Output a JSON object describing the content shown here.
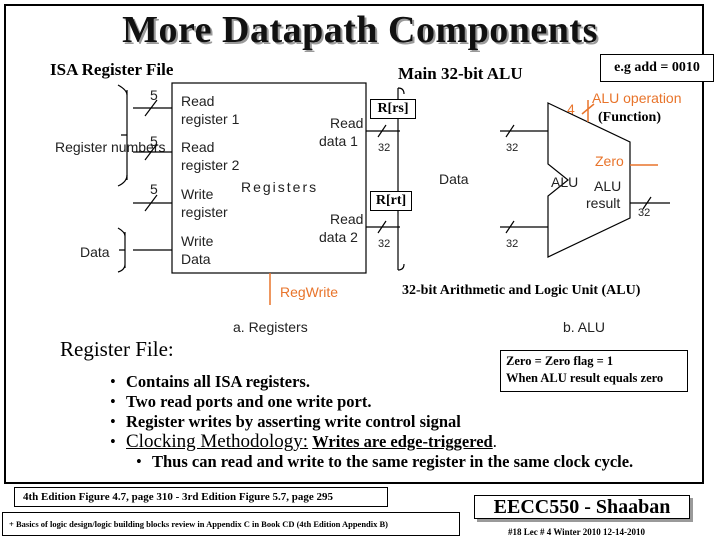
{
  "slide": {
    "title": "More Datapath Components",
    "isa_heading": "ISA Register File",
    "alu_heading": "Main 32-bit ALU",
    "eg_box": "e.g add = 0010",
    "rs_label": "R[rs]",
    "rt_label": "R[rt]",
    "function_label": "(Function)",
    "alu_caption": "32-bit Arithmetic and Logic Unit (ALU)",
    "register_file_heading": "Register File:",
    "zero_box": [
      "Zero = Zero flag = 1",
      "When ALU result equals zero"
    ],
    "bullets": [
      "Contains all ISA registers.",
      "Two read ports and one write port.",
      "Register writes by asserting write control signal"
    ],
    "clocking": {
      "term": "Clocking Methodology:",
      "rest": "Writes are edge-triggered",
      "period": "."
    },
    "sub_bullet": "Thus can read and write to the same register in the same clock cycle.",
    "figure_ref": "4th Edition Figure 4.7, page 310 - 3rd Edition Figure 5.7, page 295",
    "footnote": "+ Basics of logic design/logic building blocks review in Appendix C in Book CD (4th Edition Appendix B)",
    "course": "EECC550 - Shaaban",
    "lecture_info": "#18 Lec # 4 Winter 2010 12-14-2010"
  },
  "diagram": {
    "registers": {
      "widths": [
        "5",
        "5",
        "5"
      ],
      "left_labels": [
        "Register numbers",
        "Data"
      ],
      "ports": [
        "Read register 1",
        "Read register 2",
        "Write register",
        "Write Data"
      ],
      "outputs": [
        "Read data 1",
        "Read data 2"
      ],
      "name": "Registers",
      "output_widths": [
        "32",
        "32"
      ],
      "control": "RegWrite",
      "caption": "a. Registers"
    },
    "alu": {
      "control_width": "4",
      "operation": "ALU operation",
      "input_widths": [
        "32",
        "32"
      ],
      "zero": "Zero",
      "name": "ALU",
      "result": [
        "ALU",
        "result"
      ],
      "result_width": "32",
      "bus_label": "Data",
      "caption": "b. ALU"
    },
    "colors": {
      "control_signal": "#e8742b",
      "shadow": "#9a9a9a"
    }
  }
}
